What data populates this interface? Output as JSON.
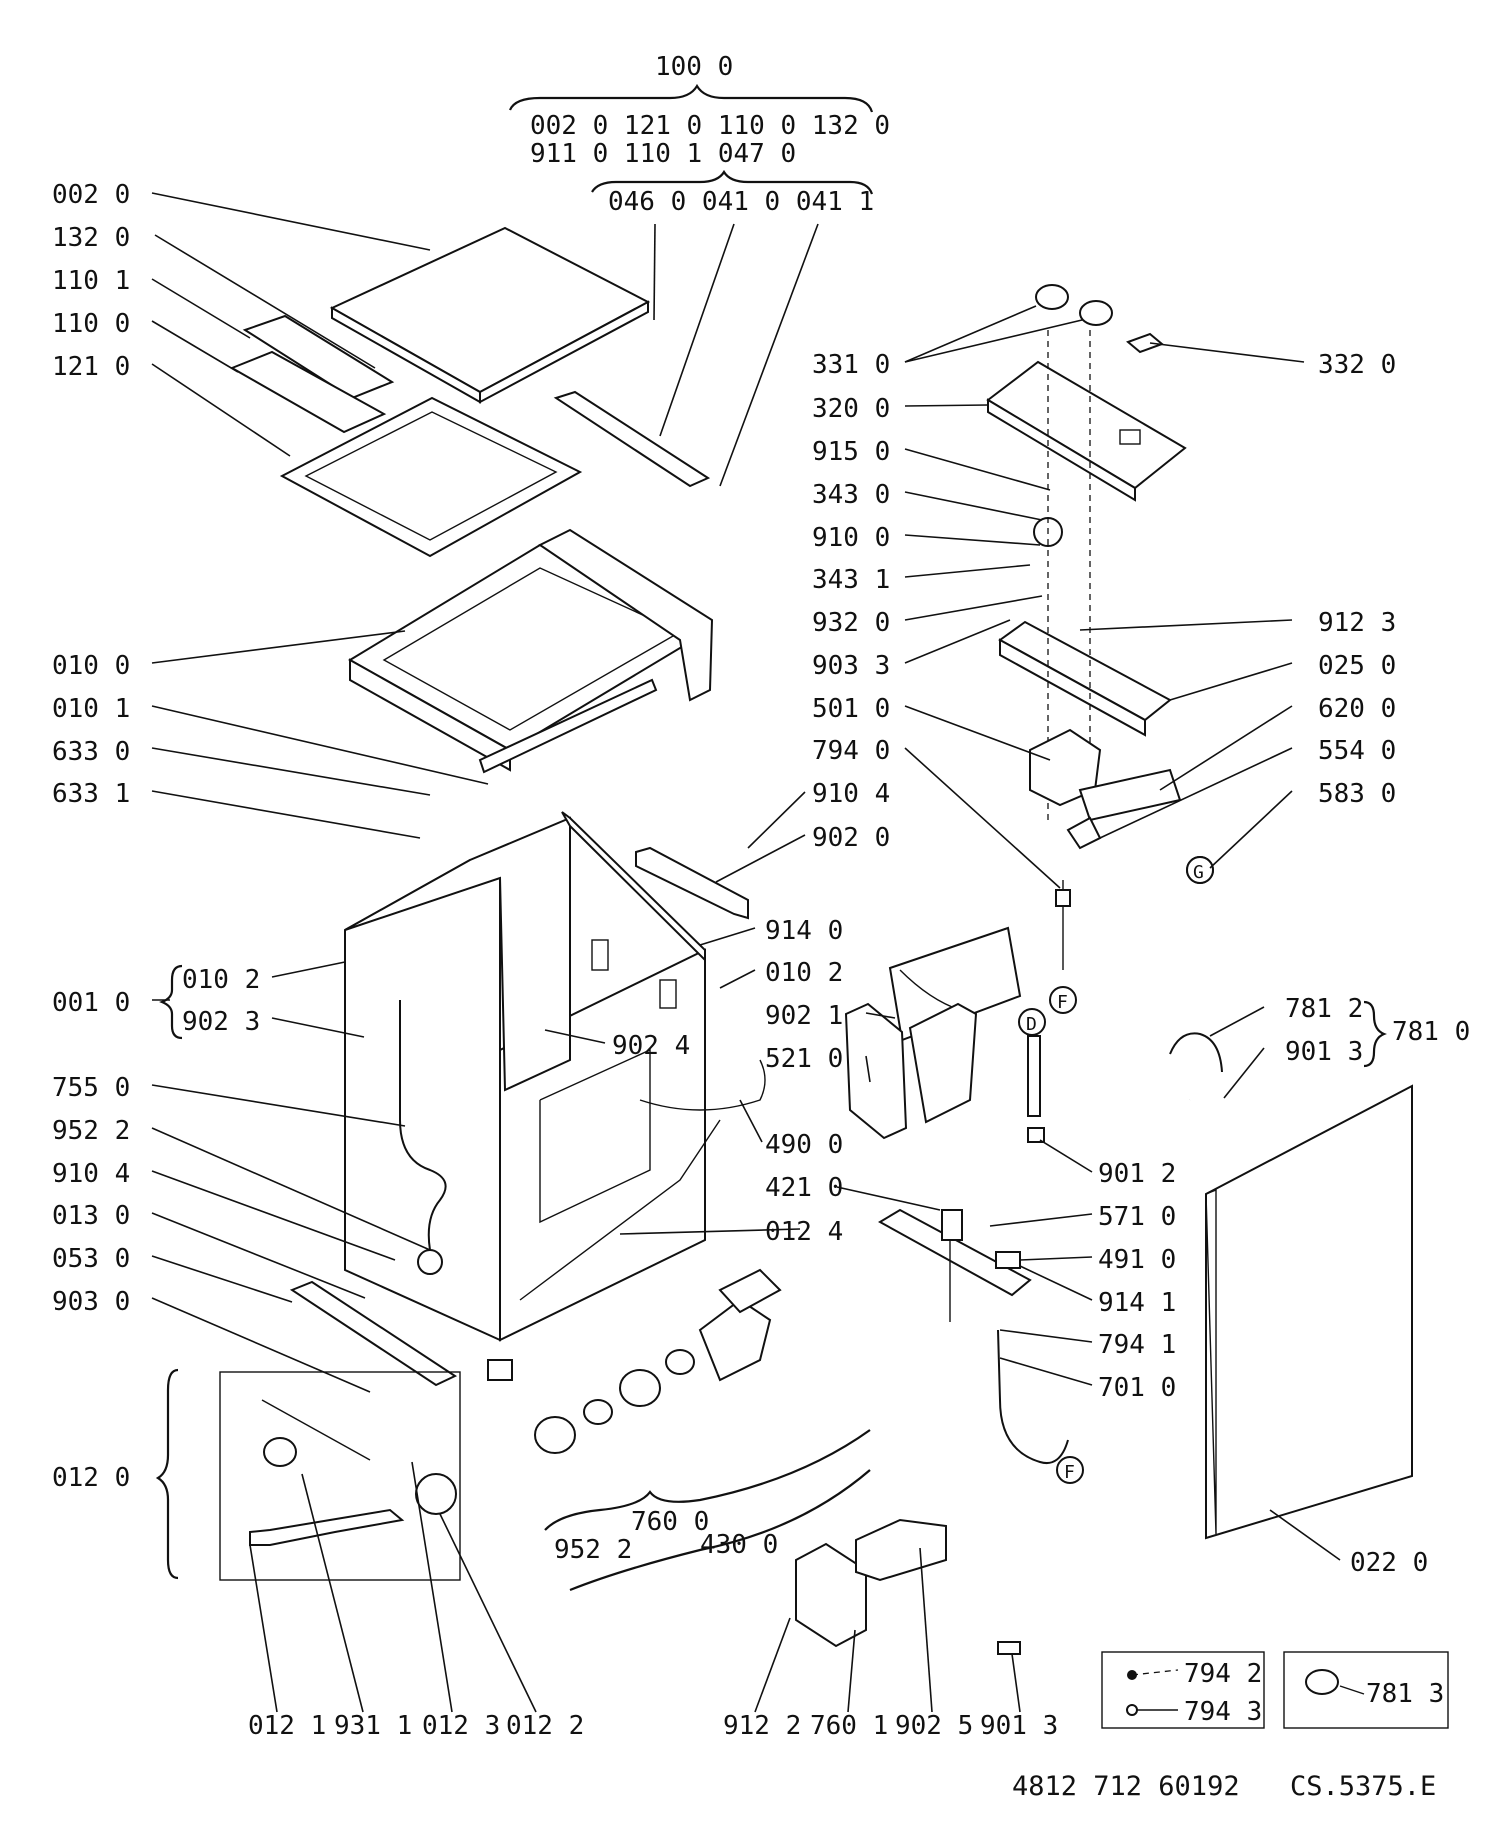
{
  "labels": {
    "group_100_0": "100 0",
    "group_row1": "002 0   121 0   110 0   132 0",
    "group_row2": "911 0   110 1   047 0",
    "group_row3": "046 0  041 0  041 1",
    "l_002_0": "002 0",
    "l_132_0": "132 0",
    "l_110_1": "110 1",
    "l_110_0": "110 0",
    "l_121_0": "121 0",
    "l_010_0": "010 0",
    "l_010_1": "010 1",
    "l_633_0": "633 0",
    "l_633_1": "633 1",
    "l_001_0": "001 0",
    "l_010_2_left": "010 2",
    "l_902_3": "902 3",
    "l_755_0": "755 0",
    "l_952_2_left": "952 2",
    "l_910_4_left": "910 4",
    "l_013_0": "013 0",
    "l_053_0": "053 0",
    "l_903_0": "903 0",
    "l_012_0": "012 0",
    "l_012_1": "012 1",
    "l_931_1": "931 1",
    "l_012_3": "012 3",
    "l_012_2": "012 2",
    "l_331_0": "331 0",
    "l_320_0": "320 0",
    "l_915_0": "915 0",
    "l_343_0": "343 0",
    "l_910_0": "910 0",
    "l_343_1": "343 1",
    "l_932_0": "932 0",
    "l_903_3": "903 3",
    "l_501_0": "501 0",
    "l_794_0": "794 0",
    "l_910_4_mid": "910 4",
    "l_902_0": "902 0",
    "l_914_0": "914 0",
    "l_010_2_mid": "010 2",
    "l_902_1": "902 1",
    "l_521_0": "521 0",
    "l_902_4": "902 4",
    "l_490_0": "490 0",
    "l_421_0": "421 0",
    "l_012_4": "012 4",
    "l_760_0": "760 0",
    "l_952_2_bottom": "952 2",
    "l_430_0": "430 0",
    "l_332_0": "332 0",
    "l_912_3": "912 3",
    "l_025_0": "025 0",
    "l_620_0": "620 0",
    "l_554_0": "554 0",
    "l_583_0": "583 0",
    "l_781_2": "781 2",
    "l_901_3_right": "901 3",
    "l_781_0": "781 0",
    "l_901_2": "901 2",
    "l_571_0": "571 0",
    "l_491_0": "491 0",
    "l_914_1": "914 1",
    "l_794_1": "794 1",
    "l_701_0": "701 0",
    "l_022_0": "022 0",
    "l_912_2": "912 2",
    "l_760_1": "760 1",
    "l_902_5": "902 5",
    "l_901_3_bottom": "901 3",
    "l_794_2": "794 2",
    "l_794_3": "794 3",
    "l_781_3": "781 3",
    "marker_g": "G",
    "marker_f": "F",
    "marker_d": "D"
  },
  "footer": {
    "drawing_number": "4812 712 60192",
    "document_code": "CS.5375.E"
  }
}
